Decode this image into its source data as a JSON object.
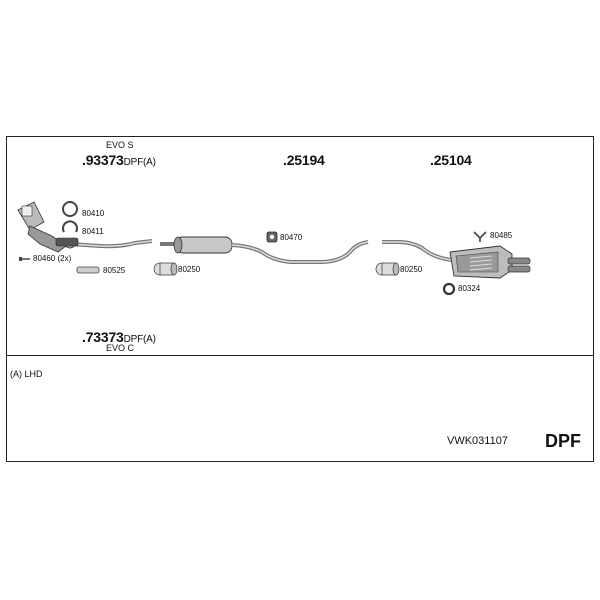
{
  "header": {
    "evo_top": "EVO S",
    "part_top_number": ".93373",
    "part_top_suffix": "DPF(A)",
    "part_mid": ".25194",
    "part_rear": ".25104",
    "part_bottom_number": ".73373",
    "part_bottom_suffix": "DPF(A)",
    "evo_bottom": "EVO C"
  },
  "small_parts": {
    "p80410": "80410",
    "p80411": "80411",
    "p80460": "80460 (2x)",
    "p80525": "80525",
    "p80250_a": "80250",
    "p80470": "80470",
    "p80250_b": "80250",
    "p80485": "80485",
    "p80324": "80324"
  },
  "footer": {
    "note": "(A) LHD",
    "kit_code": "VWK031107",
    "badge": "DPF"
  }
}
